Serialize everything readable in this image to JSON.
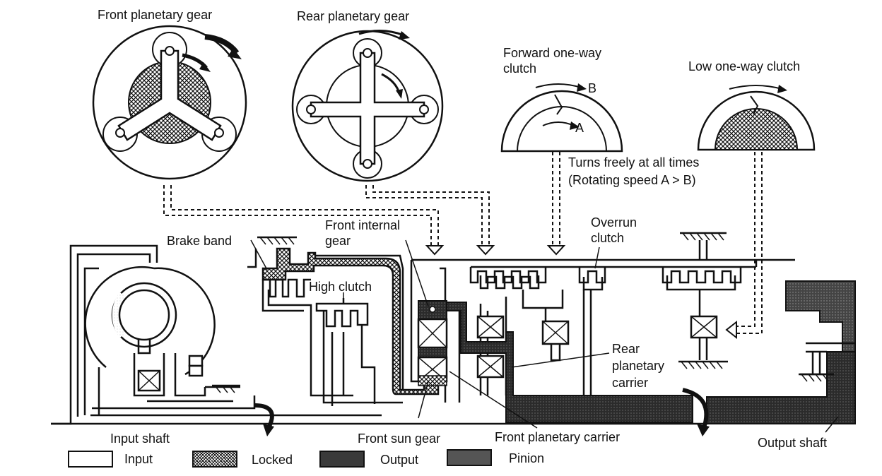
{
  "labels": {
    "front_planetary_gear": "Front planetary gear",
    "rear_planetary_gear": "Rear planetary gear",
    "forward_one_way_clutch": "Forward one-way clutch",
    "low_one_way_clutch": "Low one-way clutch",
    "point_a": "A",
    "point_b": "B",
    "turns_freely": "Turns freely at all times (Rotating speed A > B)",
    "brake_band": "Brake band",
    "front_internal_gear": "Front internal gear",
    "overrun_clutch": "Overrun clutch",
    "high_clutch": "High clutch",
    "rear_planetary_carrier": "Rear planetary carrier",
    "input_shaft": "Input shaft",
    "front_sun_gear": "Front sun gear",
    "front_planetary_carrier": "Front planetary carrier",
    "output_shaft": "Output shaft"
  },
  "legend": [
    {
      "label": "Input",
      "pattern": "blank"
    },
    {
      "label": "Locked",
      "pattern": "crosshatch"
    },
    {
      "label": "Output",
      "pattern": "dark-stipple"
    },
    {
      "label": "Pinion",
      "pattern": "darker-stipple"
    }
  ],
  "colors": {
    "line": "#111111",
    "output_fill": "#3a3a3a",
    "pinion_fill": "#555555"
  }
}
